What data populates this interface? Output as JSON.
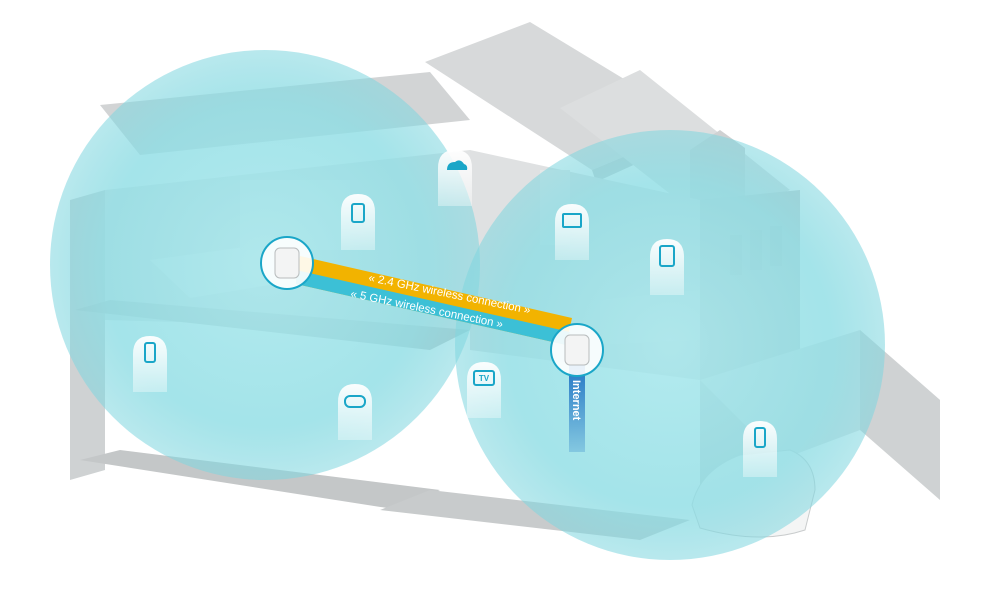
{
  "connections": {
    "band_24": "2.4 GHz wireless connection",
    "band_5": "5 GHz wireless connection"
  },
  "internet_label": "Internet",
  "tv_badge_text": "TV",
  "colors": {
    "coverage": "#7fd6df",
    "band_24": "#f2b300",
    "band_5": "#3cc0d6",
    "internet": "#1f73c4",
    "icon": "#1aa6c8"
  },
  "device_icons": [
    "phone-icon",
    "game-controller-icon",
    "tv-icon",
    "tablet-icon",
    "monitor-icon",
    "cloud-icon",
    "speaker-icon",
    "phone-icon"
  ]
}
